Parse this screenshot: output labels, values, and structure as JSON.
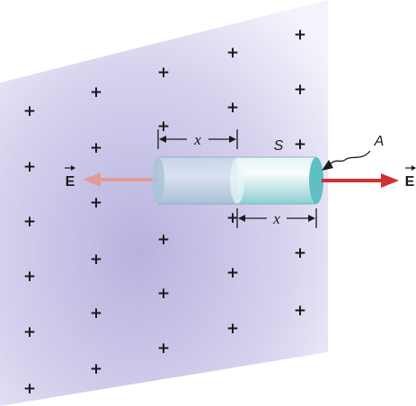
{
  "plus_sign": "+",
  "field_label_left": "E",
  "field_label_right": "E",
  "length_label_top": "x",
  "length_label_bottom": "x",
  "surface_label": "S",
  "area_label": "A",
  "colors": {
    "sheet": "#c9c6e6",
    "cylinder_body": "#bfe3e6",
    "cylinder_end": "#5fc0c4",
    "arrow_left": "#e39a9a",
    "arrow_right": "#d32f2f"
  }
}
